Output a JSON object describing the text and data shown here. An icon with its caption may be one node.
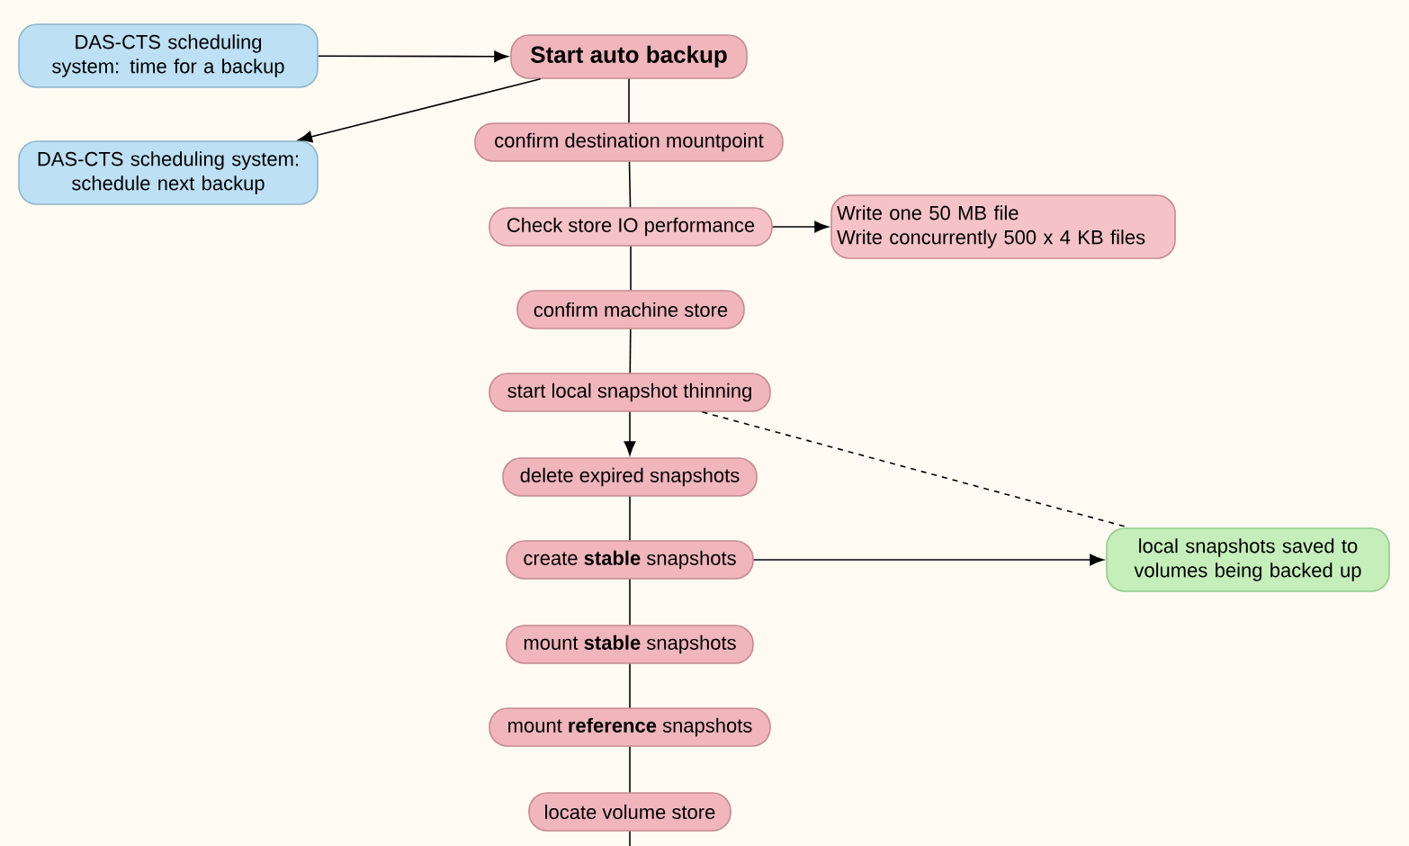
{
  "diagram": {
    "nodes": [
      {
        "text": [
          "DAS-CTS scheduling system: time for a backup"
        ]
      },
      {
        "text": [
          "Start auto backup"
        ]
      },
      {
        "text": [
          "DAS-CTS scheduling system: schedule next backup"
        ]
      },
      {
        "text": [
          "confirm destination mountpoint"
        ]
      },
      {
        "text": [
          "Check store IO performance"
        ]
      },
      {
        "text": [
          "Write one 50 MB file",
          "Write concurrently 500 x 4 KB files"
        ]
      },
      {
        "text": [
          "confirm machine store"
        ]
      },
      {
        "text": [
          "start local snapshot thinning"
        ]
      },
      {
        "text": [
          "delete expired snapshots"
        ]
      },
      {
        "text": [
          "create **stable** snapshots"
        ]
      },
      {
        "text": [
          "local snapshots saved to volumes being backed up"
        ]
      },
      {
        "text": [
          "mount **stable** snapshots"
        ]
      },
      {
        "text": [
          "mount **reference** snapshots"
        ]
      },
      {
        "text": [
          "locate volume store"
        ]
      }
    ],
    "edges": [
      {
        "from": 0,
        "to": 1,
        "arrow": "to"
      },
      {
        "from": 1,
        "to": 2,
        "arrow": "to"
      },
      {
        "from": 1,
        "to": 3,
        "arrow": "none"
      },
      {
        "from": 3,
        "to": 4,
        "arrow": "none"
      },
      {
        "from": 4,
        "to": 5,
        "arrow": "to"
      },
      {
        "from": 4,
        "to": 6,
        "arrow": "none"
      },
      {
        "from": 6,
        "to": 7,
        "arrow": "none"
      },
      {
        "from": 7,
        "to": 8,
        "arrow": "to"
      },
      {
        "from": 7,
        "to": 10,
        "arrow": "none",
        "style": "dashed"
      },
      {
        "from": 8,
        "to": 9,
        "arrow": "none"
      },
      {
        "from": 9,
        "to": 10,
        "arrow": "to"
      },
      {
        "from": 9,
        "to": 11,
        "arrow": "none"
      },
      {
        "from": 11,
        "to": 12,
        "arrow": "none"
      },
      {
        "from": 12,
        "to": 13,
        "arrow": "none"
      },
      {
        "from": 13,
        "to": null,
        "arrow": "none"
      }
    ]
  }
}
